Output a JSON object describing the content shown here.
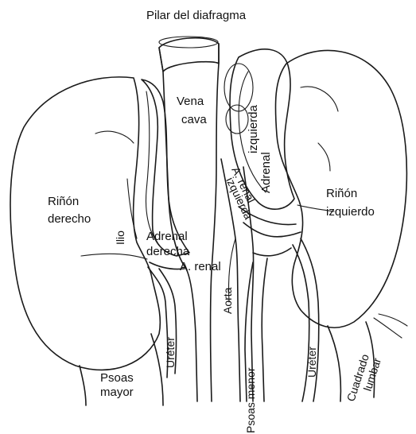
{
  "diagram": {
    "labels": {
      "pilar": "Pilar del diafragma",
      "vena_cava_1": "Vena",
      "vena_cava_2": "cava",
      "adrenal_izquierda_1": "Adrenal",
      "adrenal_izquierda_2": "izquierda",
      "rinon_derecho_1": "Riñón",
      "rinon_derecho_2": "derecho",
      "rinon_izquierdo_1": "Riñón",
      "rinon_izquierdo_2": "izquierdo",
      "a_renal_izq_1": "A. renal",
      "a_renal_izq_2": "izquierda",
      "ilio": "Ilio",
      "adrenal_derecha_1": "Adrenal",
      "adrenal_derecha_2": "derecha",
      "a_renal": "A. renal",
      "aorta": "Aorta",
      "ureter_derecho": "Uréter",
      "ureter_izquierdo": "Uréter",
      "psoas_mayor_1": "Psoas",
      "psoas_mayor_2": "mayor",
      "psoas_menor": "Psoas menor",
      "cuadrado_1": "Cuadrado",
      "cuadrado_2": "lumbar"
    }
  }
}
